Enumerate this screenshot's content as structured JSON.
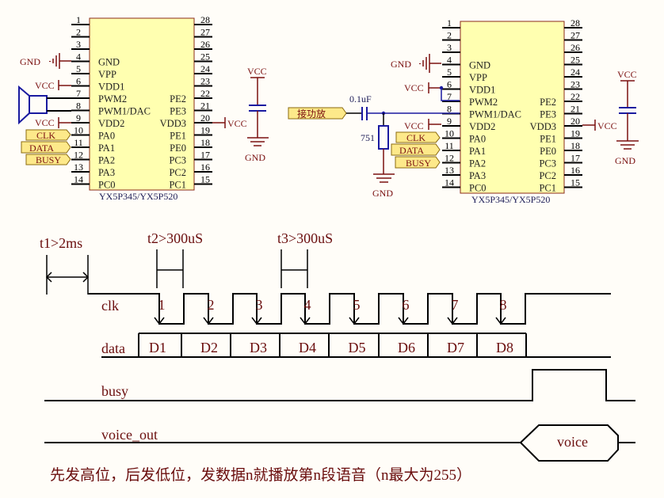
{
  "chips": [
    {
      "part": "YX5P345/YX5P520",
      "left_pins": [
        {
          "num": "1",
          "name": ""
        },
        {
          "num": "2",
          "name": ""
        },
        {
          "num": "3",
          "name": ""
        },
        {
          "num": "4",
          "name": "GND"
        },
        {
          "num": "5",
          "name": "VPP"
        },
        {
          "num": "6",
          "name": "VDD1"
        },
        {
          "num": "7",
          "name": "PWM2"
        },
        {
          "num": "8",
          "name": "PWM1/DAC"
        },
        {
          "num": "9",
          "name": "VDD2"
        },
        {
          "num": "10",
          "name": "PA0"
        },
        {
          "num": "11",
          "name": "PA1"
        },
        {
          "num": "12",
          "name": "PA2"
        },
        {
          "num": "13",
          "name": "PA3"
        },
        {
          "num": "14",
          "name": "PC0"
        }
      ],
      "right_pins": [
        {
          "num": "28",
          "name": ""
        },
        {
          "num": "27",
          "name": ""
        },
        {
          "num": "26",
          "name": ""
        },
        {
          "num": "25",
          "name": ""
        },
        {
          "num": "24",
          "name": ""
        },
        {
          "num": "23",
          "name": ""
        },
        {
          "num": "22",
          "name": "PE2"
        },
        {
          "num": "21",
          "name": "PE3"
        },
        {
          "num": "20",
          "name": "VDD3"
        },
        {
          "num": "19",
          "name": "PE1"
        },
        {
          "num": "18",
          "name": "PE0"
        },
        {
          "num": "17",
          "name": "PC3"
        },
        {
          "num": "16",
          "name": "PC2"
        },
        {
          "num": "15",
          "name": "PC1"
        }
      ],
      "nets": {
        "gnd": "GND",
        "vcc6": "VCC",
        "vcc9": "VCC",
        "vcc20": "VCC",
        "cap_vcc": "VCC",
        "cap_gnd": "GND"
      },
      "ports": [
        "CLK",
        "DATA",
        "BUSY"
      ]
    },
    {
      "part": "YX5P345/YX5P520",
      "left_pins": [
        {
          "num": "1",
          "name": ""
        },
        {
          "num": "2",
          "name": ""
        },
        {
          "num": "3",
          "name": ""
        },
        {
          "num": "4",
          "name": "GND"
        },
        {
          "num": "5",
          "name": "VPP"
        },
        {
          "num": "6",
          "name": "VDD1"
        },
        {
          "num": "7",
          "name": "PWM2"
        },
        {
          "num": "8",
          "name": "PWM1/DAC"
        },
        {
          "num": "9",
          "name": "VDD2"
        },
        {
          "num": "10",
          "name": "PA0"
        },
        {
          "num": "11",
          "name": "PA1"
        },
        {
          "num": "12",
          "name": "PA2"
        },
        {
          "num": "13",
          "name": "PA3"
        },
        {
          "num": "14",
          "name": "PC0"
        }
      ],
      "right_pins": [
        {
          "num": "28",
          "name": ""
        },
        {
          "num": "27",
          "name": ""
        },
        {
          "num": "26",
          "name": ""
        },
        {
          "num": "25",
          "name": ""
        },
        {
          "num": "24",
          "name": ""
        },
        {
          "num": "23",
          "name": ""
        },
        {
          "num": "22",
          "name": "PE2"
        },
        {
          "num": "21",
          "name": "PE3"
        },
        {
          "num": "20",
          "name": "VDD3"
        },
        {
          "num": "19",
          "name": "PE1"
        },
        {
          "num": "18",
          "name": "PE0"
        },
        {
          "num": "17",
          "name": "PC3"
        },
        {
          "num": "16",
          "name": "PC2"
        },
        {
          "num": "15",
          "name": "PC1"
        }
      ],
      "nets": {
        "gnd": "GND",
        "vcc6": "VCC",
        "vcc9": "VCC",
        "vcc20": "VCC",
        "cap_vcc": "VCC",
        "cap_gnd": "GND"
      },
      "ports": [
        "CLK",
        "DATA",
        "BUSY"
      ],
      "amp_port": "接功放",
      "coupling_cap": "0.1uF",
      "resistor": "751",
      "resistor_gnd": "GND"
    }
  ],
  "timing": {
    "t1": "t1>2ms",
    "t2": "t2>300uS",
    "t3": "t3>300uS",
    "signals": {
      "clk": "clk",
      "data": "data",
      "busy": "busy",
      "voice_out": "voice_out"
    },
    "clk_edges": [
      "1",
      "2",
      "3",
      "4",
      "5",
      "6",
      "7",
      "8"
    ],
    "data_bits": [
      "D1",
      "D2",
      "D3",
      "D4",
      "D5",
      "D6",
      "D7",
      "D8"
    ],
    "voice_label": "voice"
  },
  "note": "先发高位，后发低位，发数据n就播放第n段语音（n最大为255）",
  "colors": {
    "chip_fill": "#ffffb0",
    "chip_border": "#8b2a1a",
    "net": "#7a1010",
    "wire_blue": "#1a1aa0",
    "line": "#000000",
    "port_fill": "#fde98a"
  }
}
